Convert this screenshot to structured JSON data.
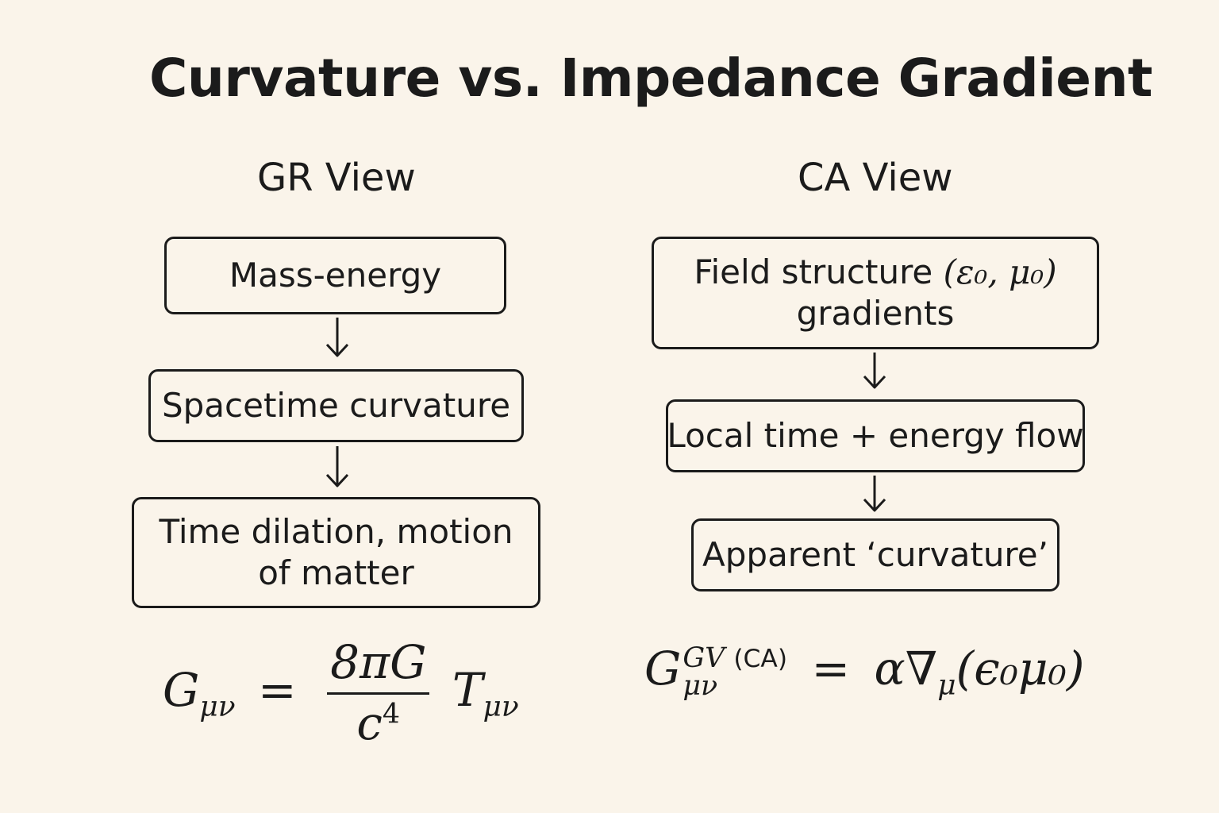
{
  "title": "Curvature vs. Impedance Gradient",
  "gr": {
    "heading": "GR View",
    "boxes": [
      {
        "lines": [
          "Mass-energy"
        ]
      },
      {
        "lines": [
          "Spacetime curvature"
        ]
      },
      {
        "lines": [
          "Time dilation, motion",
          "of matter"
        ]
      }
    ],
    "equation": {
      "lhs": "G",
      "lhs_sub": "μν",
      "equals": "=",
      "numerator": "8πG",
      "denominator": "c",
      "denominator_power": "4",
      "rhs": "T",
      "rhs_sub": "μν"
    }
  },
  "ca": {
    "heading": "CA View",
    "boxes": [
      {
        "lines": [
          "Field structure",
          "gradients"
        ],
        "math_suffix": "(ε₀, μ₀)"
      },
      {
        "lines": [
          "Local time + energy flow"
        ]
      },
      {
        "lines": [
          "Apparent ‘curvature’"
        ]
      }
    ],
    "equation": {
      "lhs": "G",
      "lhs_sub": "μν",
      "lhs_sup": "GV",
      "lhs_sup_tag": "(CA)",
      "equals": "=",
      "rhs_prefix": "α∇",
      "rhs_sub": "μ",
      "rhs_arg": "(ϵ₀μ₀)"
    }
  },
  "icons": {
    "flow_arrow": "arrow-down-icon"
  }
}
